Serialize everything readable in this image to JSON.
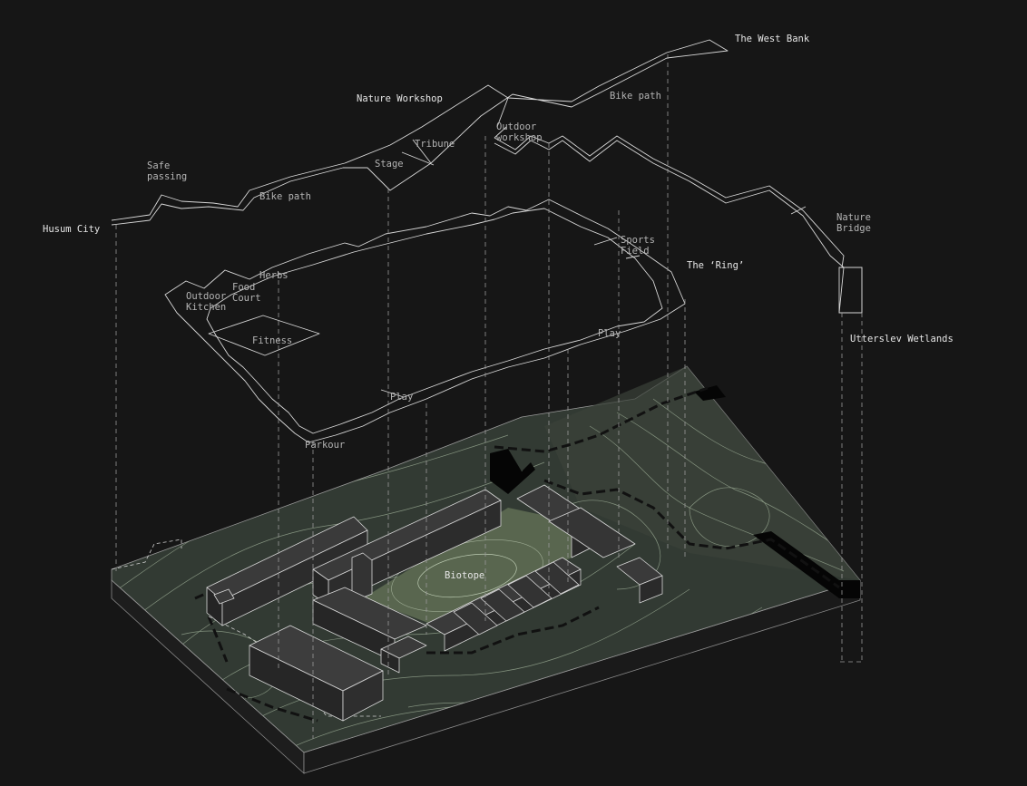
{
  "labels": {
    "west_bank": "The West Bank",
    "nature_workshop": "Nature Workshop",
    "bike_path_top": "Bike path",
    "outdoor_workshop": "Outdoor\nworkshop",
    "tribune": "Tribune",
    "stage": "Stage",
    "safe_passing": "Safe\npassing",
    "bike_path_left": "Bike path",
    "husum_city": "Husum City",
    "nature_bridge": "Nature\nBridge",
    "the_ring": "The ‘Ring’",
    "sports_field": "Sports\nField",
    "herbs": "Herbs",
    "food_court": "Food\nCourt",
    "outdoor_kitchen": "Outdoor\nKitchen",
    "fitness": "Fitness",
    "play_right": "Play",
    "play_left": "Play",
    "parkour": "Parkour",
    "utterslev": "Utterslev Wetlands",
    "biotope": "Biotope"
  },
  "colors": {
    "background": "#161616",
    "terrain": "#323a33",
    "biotope": "#59664f",
    "contour": "#9fb098",
    "building_top": "#3a3a3a",
    "building_side": "#2a2a2a",
    "line": "#d8d8d8",
    "label_major": "#e6e6e6",
    "label_minor": "#b4b4b4"
  }
}
